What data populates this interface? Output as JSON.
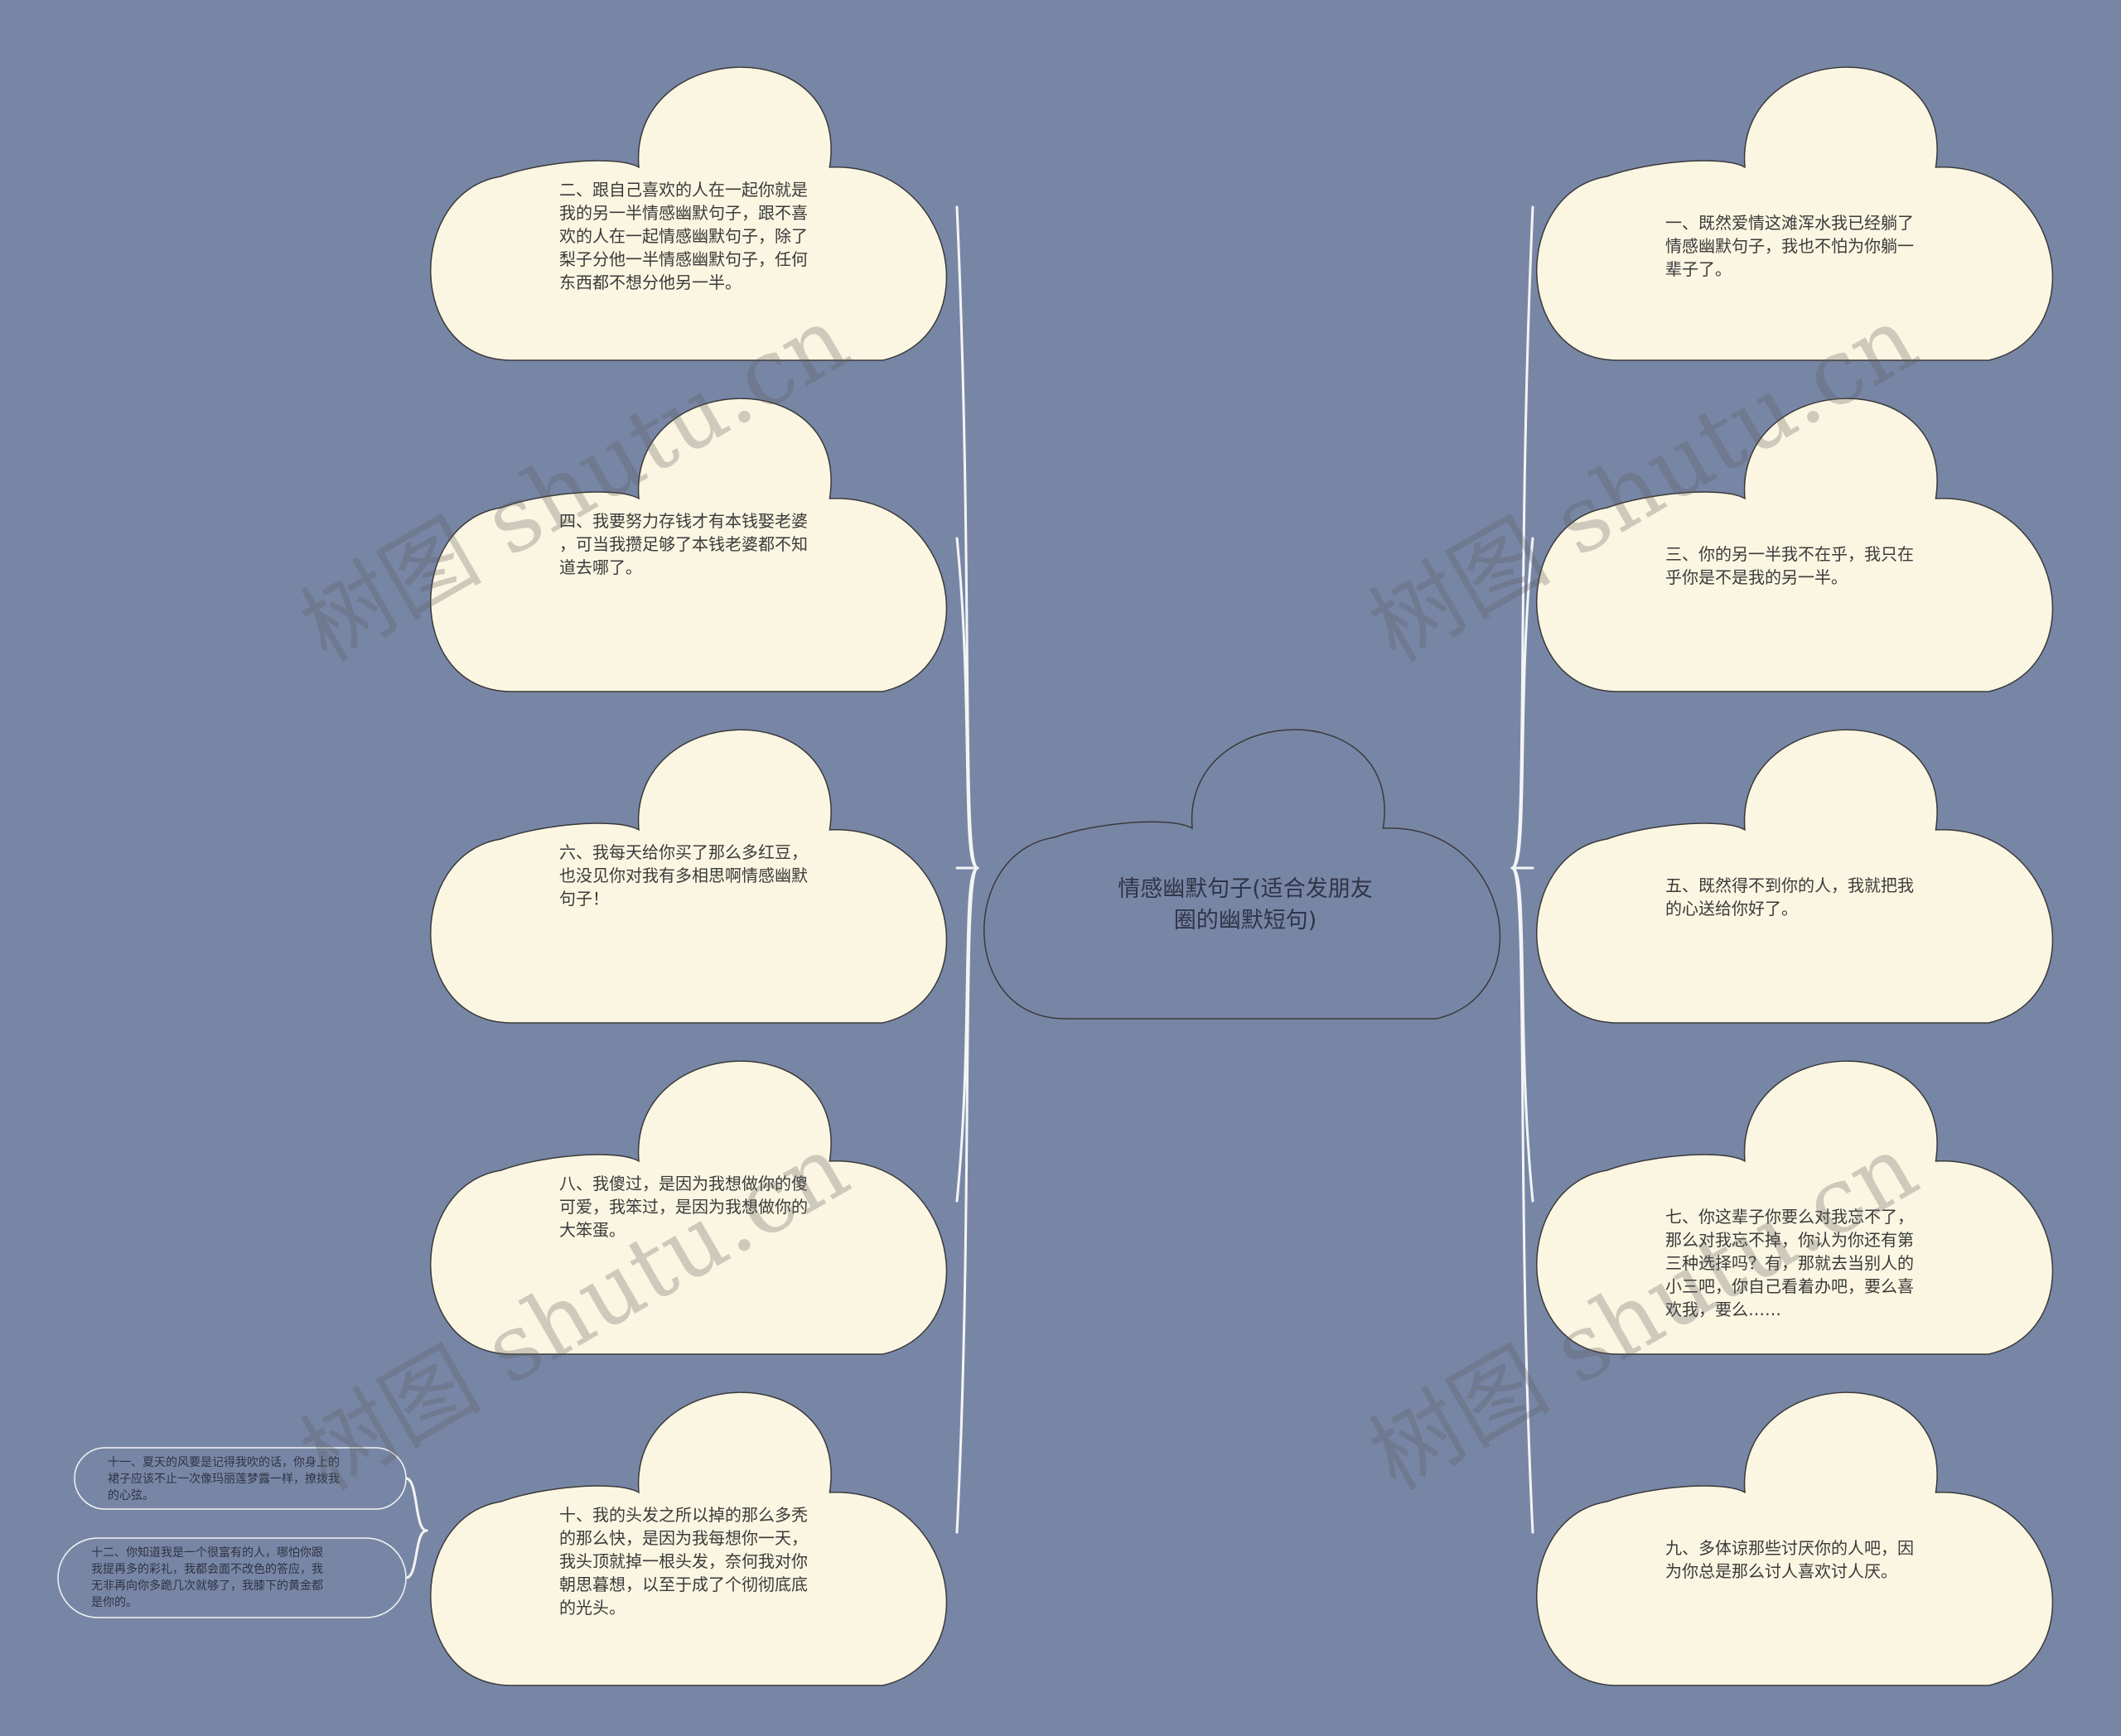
{
  "center": {
    "text": "情感幽默句子(适合发朋友\n圈的幽默短句)"
  },
  "left_nodes": [
    {
      "id": "2",
      "text": "二、跟自己喜欢的人在一起你就是\n我的另一半情感幽默句子，跟不喜\n欢的人在一起情感幽默句子，除了\n梨子分他一半情感幽默句子，任何\n东西都不想分他另一半。"
    },
    {
      "id": "4",
      "text": "四、我要努力存钱才有本钱娶老婆\n，可当我攒足够了本钱老婆都不知\n道去哪了。"
    },
    {
      "id": "6",
      "text": "六、我每天给你买了那么多红豆，\n也没见你对我有多相思啊情感幽默\n句子！"
    },
    {
      "id": "8",
      "text": "八、我傻过，是因为我想做你的傻\n可爱，我笨过，是因为我想做你的\n大笨蛋。"
    },
    {
      "id": "10",
      "text": "十、我的头发之所以掉的那么多秃\n的那么快，是因为我每想你一天，\n我头顶就掉一根头发，奈何我对你\n朝思暮想，以至于成了个彻彻底底\n的光头。"
    }
  ],
  "right_nodes": [
    {
      "id": "1",
      "text": "一、既然爱情这滩浑水我已经躺了\n情感幽默句子，我也不怕为你躺一\n辈子了。"
    },
    {
      "id": "3",
      "text": "三、你的另一半我不在乎，我只在\n乎你是不是我的另一半。"
    },
    {
      "id": "5",
      "text": "五、既然得不到你的人，我就把我\n的心送给你好了。"
    },
    {
      "id": "7",
      "text": "七、你这辈子你要么对我忘不了，\n那么对我忘不掉，你认为你还有第\n三种选择吗？有，那就去当别人的\n小三吧，你自己看着办吧，要么喜\n欢我，要么……"
    },
    {
      "id": "9",
      "text": "九、多体谅那些讨厌你的人吧，因\n为你总是那么讨人喜欢讨人厌。"
    }
  ],
  "sub_nodes": [
    {
      "id": "11",
      "text": "十一、夏天的风要是记得我吹的话，你身上的\n裙子应该不止一次像玛丽莲梦露一样，撩拨我\n的心弦。"
    },
    {
      "id": "12",
      "text": "十二、你知道我是一个很富有的人，哪怕你跟\n我提再多的彩礼，我都会面不改色的答应，我\n无非再向你多跪几次就够了，我膝下的黄金都\n是你的。"
    }
  ],
  "watermark": "树图 shutu.cn",
  "colors": {
    "background": "#7886a6",
    "cloud_fill": "#faf6e2",
    "cloud_stroke": "#3a3a3a",
    "line": "#f4f4f4"
  }
}
